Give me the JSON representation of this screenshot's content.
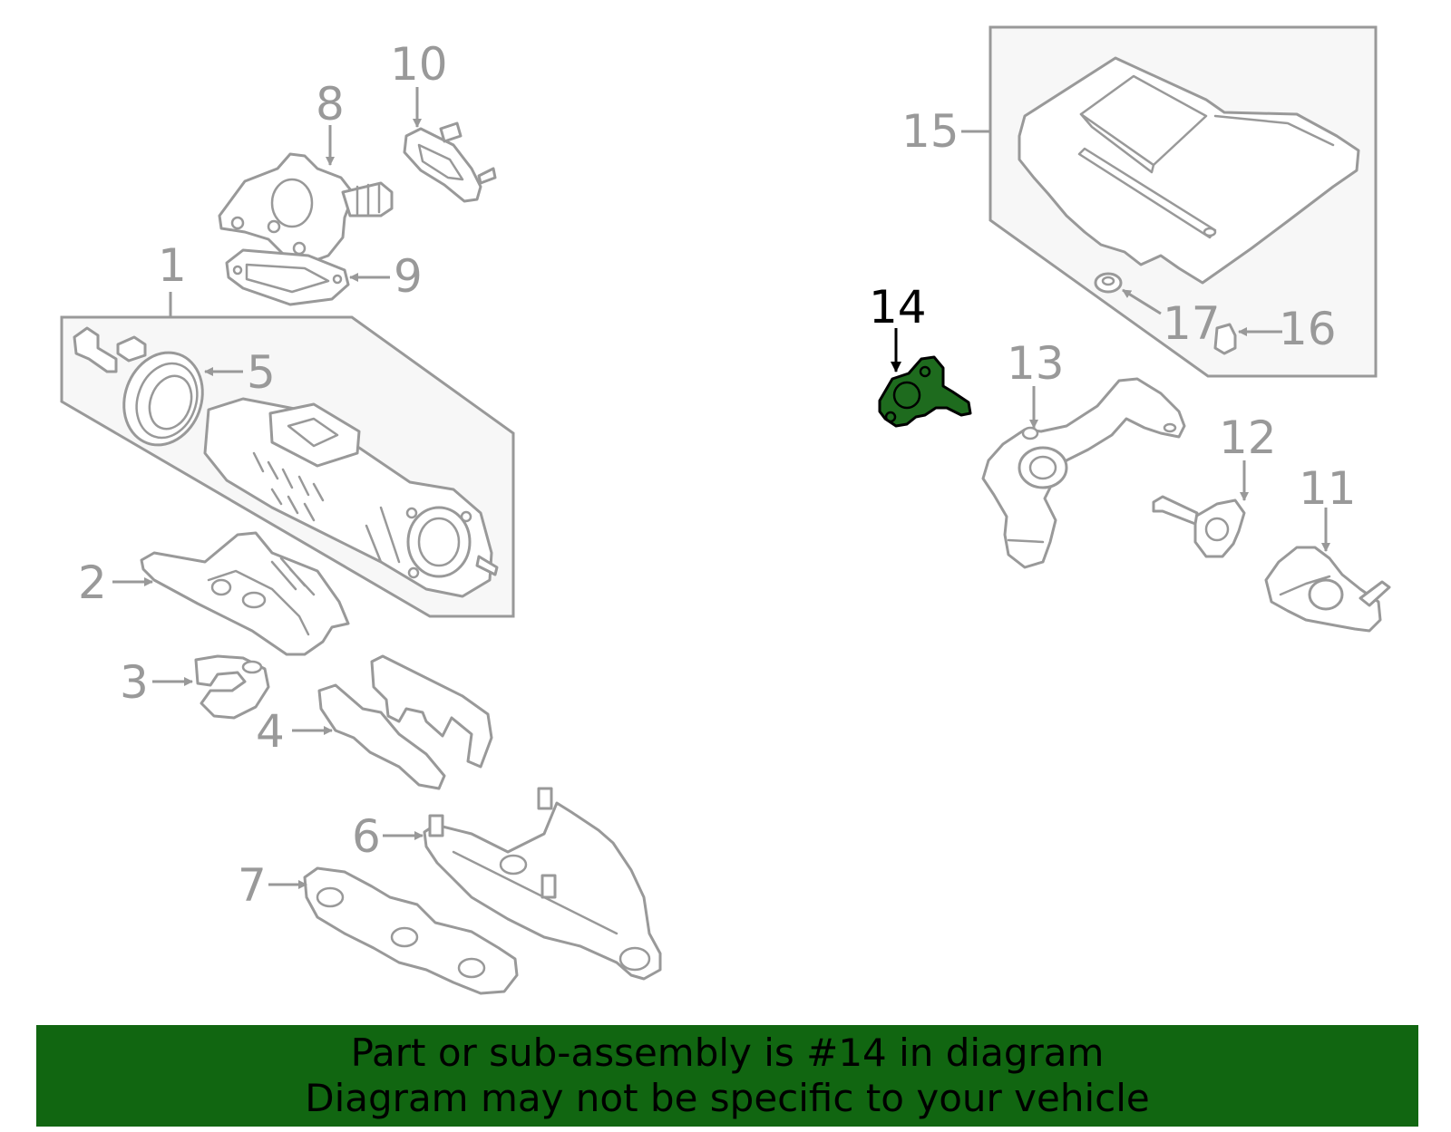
{
  "diagram": {
    "highlight_color": "#1e6b1e",
    "banner_color": "#116611",
    "callouts": {
      "c1": "1",
      "c2": "2",
      "c3": "3",
      "c4": "4",
      "c5": "5",
      "c6": "6",
      "c7": "7",
      "c8": "8",
      "c9": "9",
      "c10": "10",
      "c11": "11",
      "c12": "12",
      "c13": "13",
      "c14": "14",
      "c15": "15",
      "c16": "16",
      "c17": "17"
    },
    "highlighted_callout": "14"
  },
  "banner": {
    "line1": "Part or sub-assembly is #14 in diagram",
    "line2": "Diagram may not be specific to your vehicle"
  }
}
